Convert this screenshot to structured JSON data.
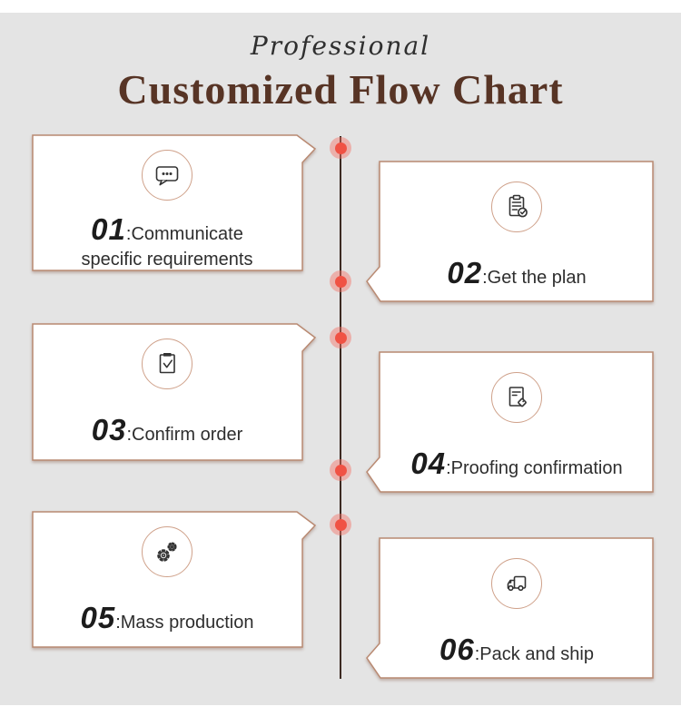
{
  "page": {
    "background": "#ffffff",
    "band_background": "#e4e4e4"
  },
  "header": {
    "eyebrow": "Professional",
    "title": "Customized Flow Chart"
  },
  "timeline": {
    "dot_count": 5,
    "line_color": "#3c2a22",
    "dot_core_color": "#f05244",
    "dot_halo_color": "rgba(243,114,103,0.45)"
  },
  "steps": [
    {
      "number": "01",
      "label": ":Communicate",
      "label2": "specific requirements",
      "icon": "chat-bubble-icon",
      "side": "left"
    },
    {
      "number": "02",
      "label": ":Get the plan",
      "icon": "checklist-check-icon",
      "side": "right"
    },
    {
      "number": "03",
      "label": ":Confirm order",
      "icon": "clipboard-check-icon",
      "side": "left"
    },
    {
      "number": "04",
      "label": ":Proofing confirmation",
      "icon": "document-tag-icon",
      "side": "right"
    },
    {
      "number": "05",
      "label": ":Mass production",
      "icon": "gears-icon",
      "side": "left"
    },
    {
      "number": "06",
      "label": ":Pack and ship",
      "icon": "truck-icon",
      "side": "right"
    }
  ],
  "colors": {
    "title_color": "#573425",
    "eyebrow_color": "#2f2f2f",
    "card_border": "#b98a72",
    "card_fill": "#ffffff",
    "circle_border": "#cfa18a",
    "icon_stroke": "#333333",
    "timeline_line": "#3c2a22",
    "dot_core": "#f05244",
    "dot_halo": "rgba(243,114,103,0.45)",
    "number_color": "#1c1c1c",
    "label_color": "#2e2e2e"
  }
}
